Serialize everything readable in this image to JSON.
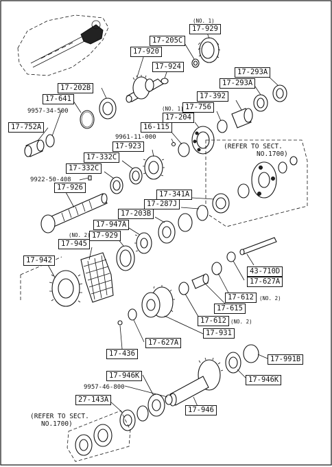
{
  "part_labels": {
    "p17_929_top": "17-929",
    "p17_205C": "17-205C",
    "p17_920": "17-920",
    "p17_924": "17-924",
    "p17_293A_a": "17-293A",
    "p17_293A_b": "17-293A",
    "p17_202B": "17-202B",
    "p17_641": "17-641",
    "p17_392": "17-392",
    "p17_756": "17-756",
    "p17_204": "17-204",
    "p9957_34_500": "9957-34-500",
    "p17_752A": "17-752A",
    "p16_115": "16-115",
    "p9961_11_000": "9961-11-000",
    "p17_923": "17-923",
    "p17_332C_a": "17-332C",
    "p17_332C_b": "17-332C",
    "p9922_50_408": "9922-50-408",
    "p17_926": "17-926",
    "p17_341A": "17-341A",
    "p17_287J": "17-287J",
    "p17_203B": "17-203B",
    "p17_947A": "17-947A",
    "p17_929_mid": "17-929",
    "p17_945": "17-945",
    "p17_942": "17-942",
    "p43_710D": "43-710D",
    "p17_627A_a": "17-627A",
    "p17_612_a": "17-612",
    "p17_615": "17-615",
    "p17_612_b": "17-612",
    "p17_931": "17-931",
    "p17_627A_b": "17-627A",
    "p17_436": "17-436",
    "p17_991B": "17-991B",
    "p17_946K_a": "17-946K",
    "p9957_46_800": "9957-46-800",
    "p17_946K_b": "17-946K",
    "p27_143A": "27-143A",
    "p17_946": "17-946"
  },
  "notes": {
    "no1_top": "(NO. 1)",
    "no1_mid": "(NO. 1)",
    "no2_left": "(NO. 2)",
    "no2_612a": "(NO. 2)",
    "no2_612b": "(NO. 2)"
  },
  "refer": {
    "right_l1": "(REFER TO SECT.",
    "right_l2": "NO.1700)",
    "bottom_l1": "(REFER TO SECT.",
    "bottom_l2": "NO.1700)"
  }
}
